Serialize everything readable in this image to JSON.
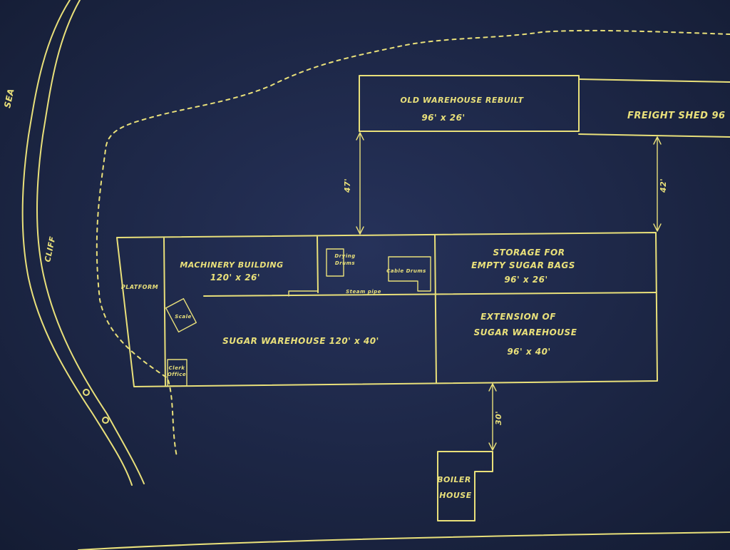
{
  "labels": {
    "sea": "SEA",
    "cliff": "CLIFF",
    "old_warehouse_title": "OLD WAREHOUSE REBUILT",
    "old_warehouse_dims": "96' x 26'",
    "freight_shed": "FREIGHT SHED  96",
    "machinery_title": "MACHINERY BUILDING",
    "machinery_dims": "120' x 26'",
    "drying_drums_1": "Drying",
    "drying_drums_2": "Drums",
    "cable_drums": "Cable Drums",
    "steam_pipe": "Steam pipe",
    "storage_1": "STORAGE FOR",
    "storage_2": "EMPTY SUGAR BAGS",
    "storage_dims": "96' x 26'",
    "platform": "PLATFORM",
    "scale": "Scale",
    "sugar_warehouse": "SUGAR WAREHOUSE  120' x 40'",
    "extension_1": "EXTENSION OF",
    "extension_2": "SUGAR WAREHOUSE",
    "extension_dims": "96' x 40'",
    "clerk_1": "Clerk",
    "clerk_2": "Office",
    "boiler_1": "BOILER",
    "boiler_2": "HOUSE",
    "dim_left": "47'",
    "dim_right": "42'",
    "dim_bottom": "30'"
  },
  "colors": {
    "paper": "#1f2a4a",
    "ink": "#e9e07a"
  }
}
